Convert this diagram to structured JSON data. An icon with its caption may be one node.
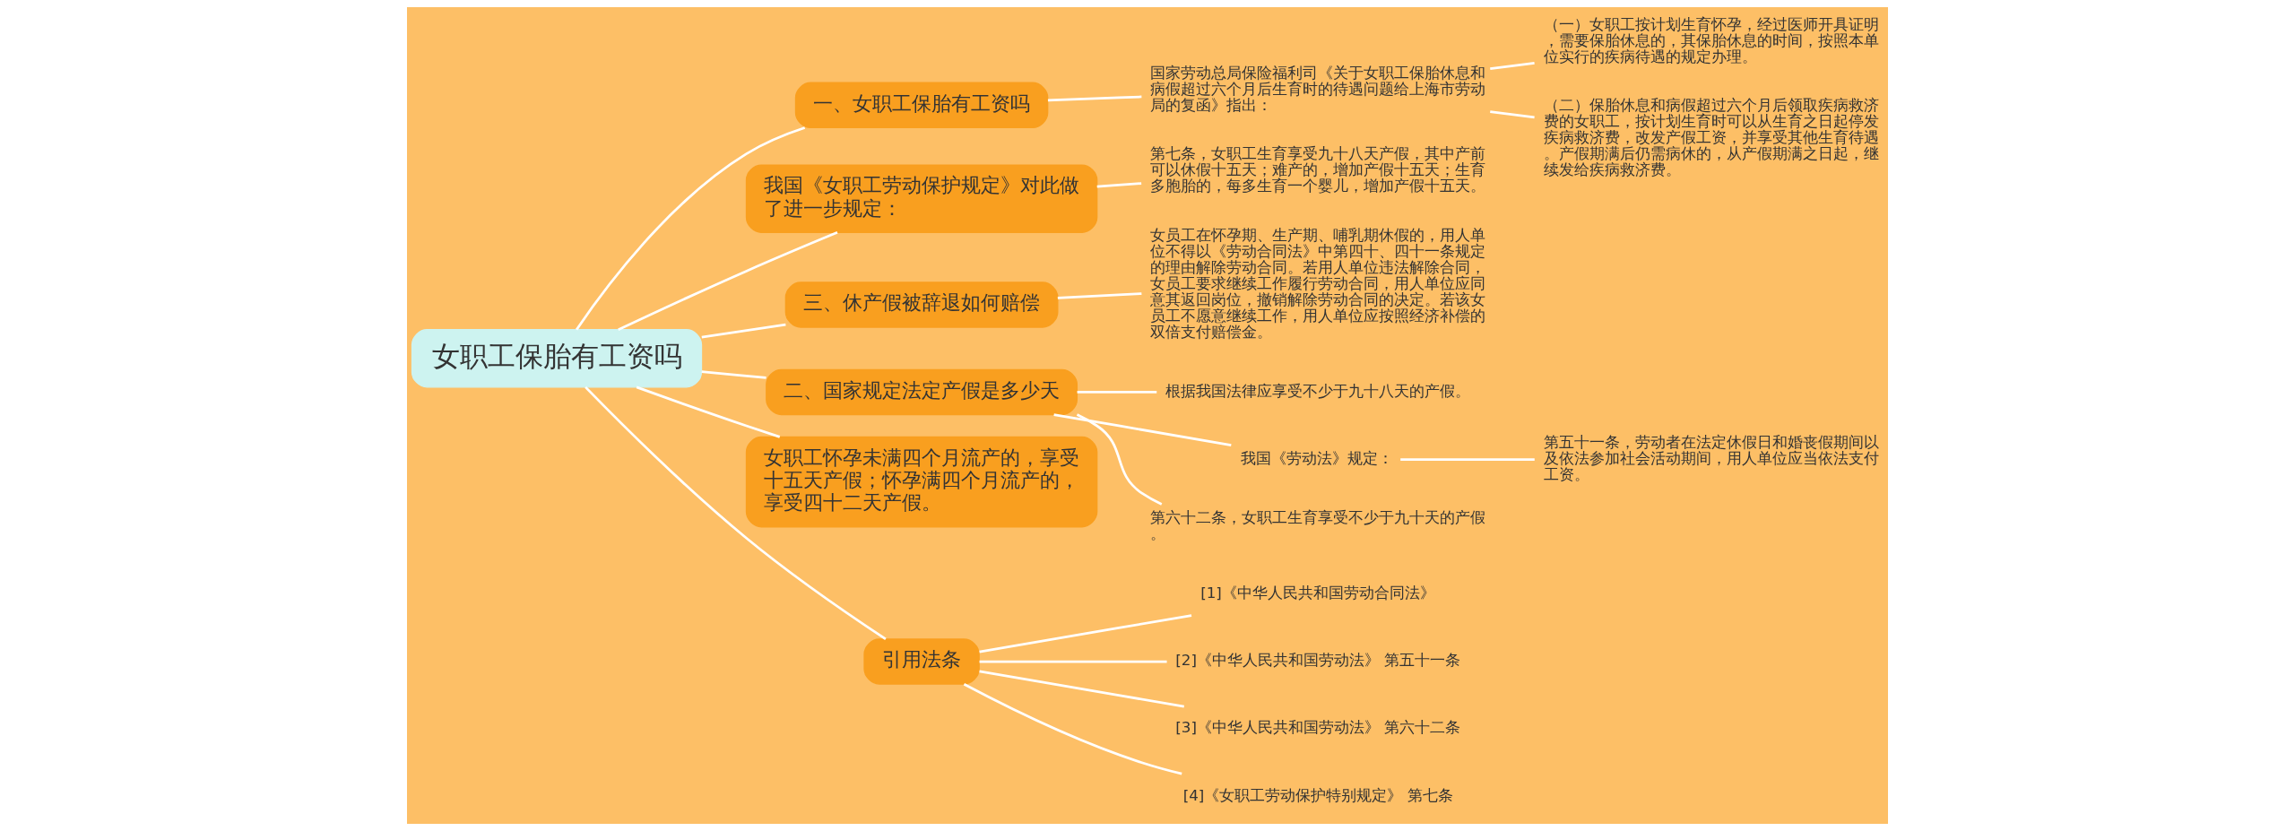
{
  "diagram": {
    "nodes": [
      {
        "text": [
          "女职工保胎有工资吗"
        ]
      },
      {
        "text": [
          "一、女职工保胎有工资吗"
        ]
      },
      {
        "text": [
          "国家劳动总局保险福利司《关于女职工保胎休息和病假超过六个月后生育时的待遇问题给上海市劳动局的复函》指出："
        ]
      },
      {
        "text": [
          "（一）女职工按计划生育怀孕，经过医师开具证明，需要保胎休息的，其保胎休息的时间，按照本单位实行的疾病待遇的规定办理。"
        ]
      },
      {
        "text": [
          "（二）保胎休息和病假超过六个月后领取疾病救济费的女职工，按计划生育时可以从生育之日起停发疾病救济费，改发产假工资，并享受其他生育待遇。产假期满后仍需病休的，从产假期满之日起，继续发给疾病救济费。"
        ]
      },
      {
        "text": [
          "我国《女职工劳动保护规定》对此做了进一步规定："
        ]
      },
      {
        "text": [
          "第七条，女职工生育享受九十八天产假，其中产前可以休假十五天；难产的，增加产假十五天；生育多胞胎的，每多生育一个婴儿，增加产假十五天。"
        ]
      },
      {
        "text": [
          "三、休产假被辞退如何赔偿"
        ]
      },
      {
        "text": [
          "女员工在怀孕期、生产期、哺乳期休假的，用人单位不得以《劳动合同法》中第四十、四十一条规定的理由解除劳动合同。若用人单位违法解除合同，女员工要求继续工作履行劳动合同，用人单位应同意其返回岗位，撤销解除劳动合同的决定。若该女员工不愿意继续工作，用人单位应按照经济补偿的双倍支付赔偿金。"
        ]
      },
      {
        "text": [
          "二、国家规定法定产假是多少天"
        ]
      },
      {
        "text": [
          "根据我国法律应享受不少于九十八天的产假。"
        ]
      },
      {
        "text": [
          "我国《劳动法》规定："
        ]
      },
      {
        "text": [
          "第五十一条，劳动者在法定休假日和婚丧假期间以及依法参加社会活动期间，用人单位应当依法支付工资。"
        ]
      },
      {
        "text": [
          "第六十二条，女职工生育享受不少于九十天的产假。"
        ]
      },
      {
        "text": [
          "女职工怀孕未满四个月流产的，享受十五天产假；怀孕满四个月流产的，享受四十二天产假。"
        ]
      },
      {
        "text": [
          "引用法条"
        ]
      },
      {
        "text": [
          "[1]《中华人民共和国劳动合同法》"
        ]
      },
      {
        "text": [
          "[2]《中华人民共和国劳动法》 第五十一条"
        ]
      },
      {
        "text": [
          "[3]《中华人民共和国劳动法》 第六十二条"
        ]
      },
      {
        "text": [
          "[4]《女职工劳动保护特别规定》 第七条"
        ]
      }
    ],
    "edges": [
      {
        "from": 0,
        "to": 1,
        "arrow": "none"
      },
      {
        "from": 1,
        "to": 2,
        "arrow": "none"
      },
      {
        "from": 2,
        "to": 3,
        "arrow": "none"
      },
      {
        "from": 2,
        "to": 4,
        "arrow": "none"
      },
      {
        "from": 0,
        "to": 5,
        "arrow": "none"
      },
      {
        "from": 5,
        "to": 6,
        "arrow": "none"
      },
      {
        "from": 0,
        "to": 7,
        "arrow": "none"
      },
      {
        "from": 7,
        "to": 8,
        "arrow": "none"
      },
      {
        "from": 0,
        "to": 9,
        "arrow": "none"
      },
      {
        "from": 9,
        "to": 10,
        "arrow": "none"
      },
      {
        "from": 9,
        "to": 11,
        "arrow": "none"
      },
      {
        "from": 11,
        "to": 12,
        "arrow": "none"
      },
      {
        "from": 9,
        "to": 13,
        "arrow": "none"
      },
      {
        "from": 0,
        "to": 14,
        "arrow": "none"
      },
      {
        "from": 0,
        "to": 15,
        "arrow": "none"
      },
      {
        "from": 15,
        "to": 16,
        "arrow": "none"
      },
      {
        "from": 15,
        "to": 17,
        "arrow": "none"
      },
      {
        "from": 15,
        "to": 18,
        "arrow": "none"
      },
      {
        "from": 15,
        "to": 19,
        "arrow": "none"
      }
    ]
  }
}
